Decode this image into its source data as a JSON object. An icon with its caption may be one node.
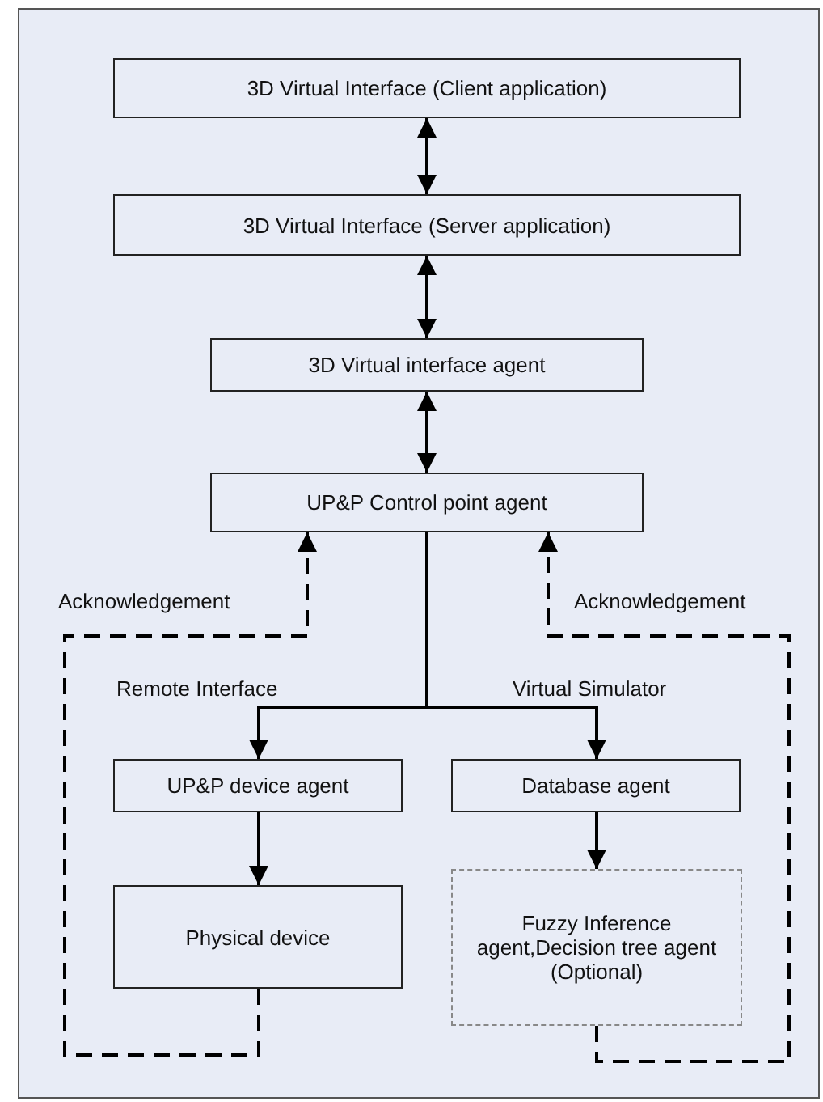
{
  "diagram": {
    "nodes": [
      {
        "text": [
          "3D Virtual Interface (Client application)"
        ]
      },
      {
        "text": [
          "3D Virtual Interface (Server application)"
        ]
      },
      {
        "text": [
          "3D Virtual interface agent"
        ]
      },
      {
        "text": [
          "UP&P Control point agent"
        ]
      },
      {
        "text": [
          "UP&P device agent"
        ]
      },
      {
        "text": [
          "Database agent"
        ]
      },
      {
        "text": [
          "Physical device"
        ]
      },
      {
        "text": [
          "Fuzzy Inference agent,Decision tree agent (Optional)"
        ]
      }
    ],
    "edges": [
      {
        "from": 0,
        "to": 1,
        "arrow": "both"
      },
      {
        "from": 1,
        "to": 2,
        "arrow": "both"
      },
      {
        "from": 2,
        "to": 3,
        "arrow": "both"
      },
      {
        "from": 3,
        "to": 4,
        "arrow": "to"
      },
      {
        "from": 3,
        "to": 5,
        "arrow": "to"
      },
      {
        "from": 4,
        "to": 6,
        "arrow": "to"
      },
      {
        "from": 5,
        "to": 7,
        "arrow": "to"
      },
      {
        "from": 6,
        "to": 3,
        "arrow": "to",
        "label": "Acknowledgement",
        "style": "dashed"
      },
      {
        "from": 7,
        "to": 3,
        "arrow": "to",
        "label": "Acknowledgement",
        "style": "dashed"
      }
    ],
    "labels": [
      "Remote Interface",
      "Virtual Simulator"
    ]
  }
}
